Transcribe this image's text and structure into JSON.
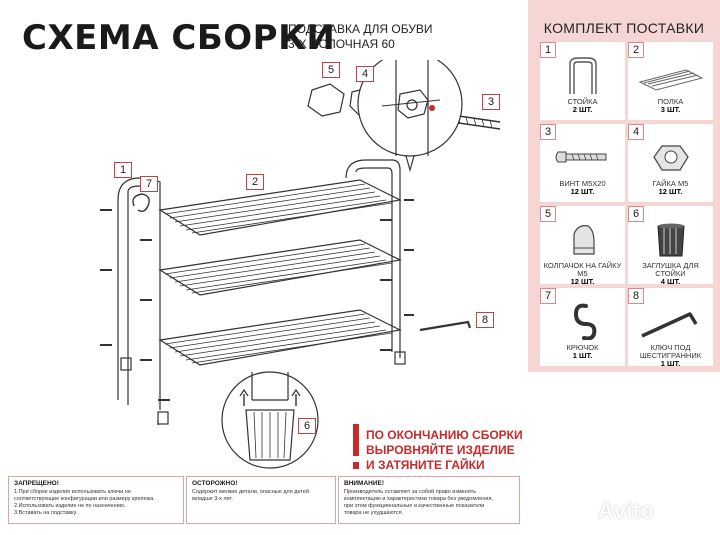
{
  "header": {
    "title": "СХЕМА СБОРКИ",
    "subtitle_line1": "ПОДСТАВКА ДЛЯ ОБУВИ",
    "subtitle_line2": "3-Х ПОЛОЧНАЯ 60"
  },
  "kit": {
    "title": "КОМПЛЕКТ ПОСТАВКИ",
    "items": [
      {
        "num": "1",
        "name": "СТОЙКА",
        "qty": "2 шт.",
        "icon": "rack-stand-icon"
      },
      {
        "num": "2",
        "name": "ПОЛКА",
        "qty": "3 шт.",
        "icon": "shelf-icon"
      },
      {
        "num": "3",
        "name": "ВИНТ М5x20",
        "qty": "12 шт.",
        "icon": "screw-icon"
      },
      {
        "num": "4",
        "name": "ГАЙКА М5",
        "qty": "12 шт.",
        "icon": "nut-icon"
      },
      {
        "num": "5",
        "name": "КОЛПАЧОК НА ГАЙКУ М5",
        "qty": "12 шт.",
        "icon": "cap-nut-icon"
      },
      {
        "num": "6",
        "name": "ЗАГЛУШКА ДЛЯ СТОЙКИ",
        "qty": "4 шт.",
        "icon": "leg-plug-icon"
      },
      {
        "num": "7",
        "name": "КРЮЧОК",
        "qty": "1 шт.",
        "icon": "hook-icon"
      },
      {
        "num": "8",
        "name": "КЛЮЧ ПОД ШЕСТИГРАННИК",
        "qty": "1 шт.",
        "icon": "hex-key-icon"
      }
    ]
  },
  "callouts": {
    "c1": "1",
    "c2": "2",
    "c3": "3",
    "c4": "4",
    "c5": "5",
    "c6": "6",
    "c7": "7",
    "c8": "8"
  },
  "warning": {
    "line1": "ПО ОКОНЧАНИЮ СБОРКИ",
    "line2": "ВЫРОВНЯЙТЕ ИЗДЕЛИЕ",
    "line3": "И ЗАТЯНИТЕ ГАЙКИ"
  },
  "footer": {
    "forbidden": {
      "heading": "ЗАПРЕЩЕНО!",
      "lines": [
        "1.При сборке изделия использовать ключи не",
        "соответствующие конфигурации или размеру крепежа.",
        "2.Использовать изделие не по назначению.",
        "3.Вставать на подставку."
      ]
    },
    "caution": {
      "heading": "ОСТОРОЖНО!",
      "lines": [
        "Содержит мелкие детали, опасные для детей",
        "младше 3-х лет."
      ]
    },
    "attention": {
      "heading": "ВНИМАНИЕ!",
      "lines": [
        "Производитель оставляет за собой право изменять",
        "комплектацию и характеристики товара без уведомления,",
        "при этом функциональные и качественные показатели",
        "товара не ухудшаются."
      ]
    }
  },
  "watermark": "Avito",
  "colors": {
    "accent_pink": "#f6d5d5",
    "warning_red": "#c62a2a",
    "callout_border": "#b44"
  }
}
